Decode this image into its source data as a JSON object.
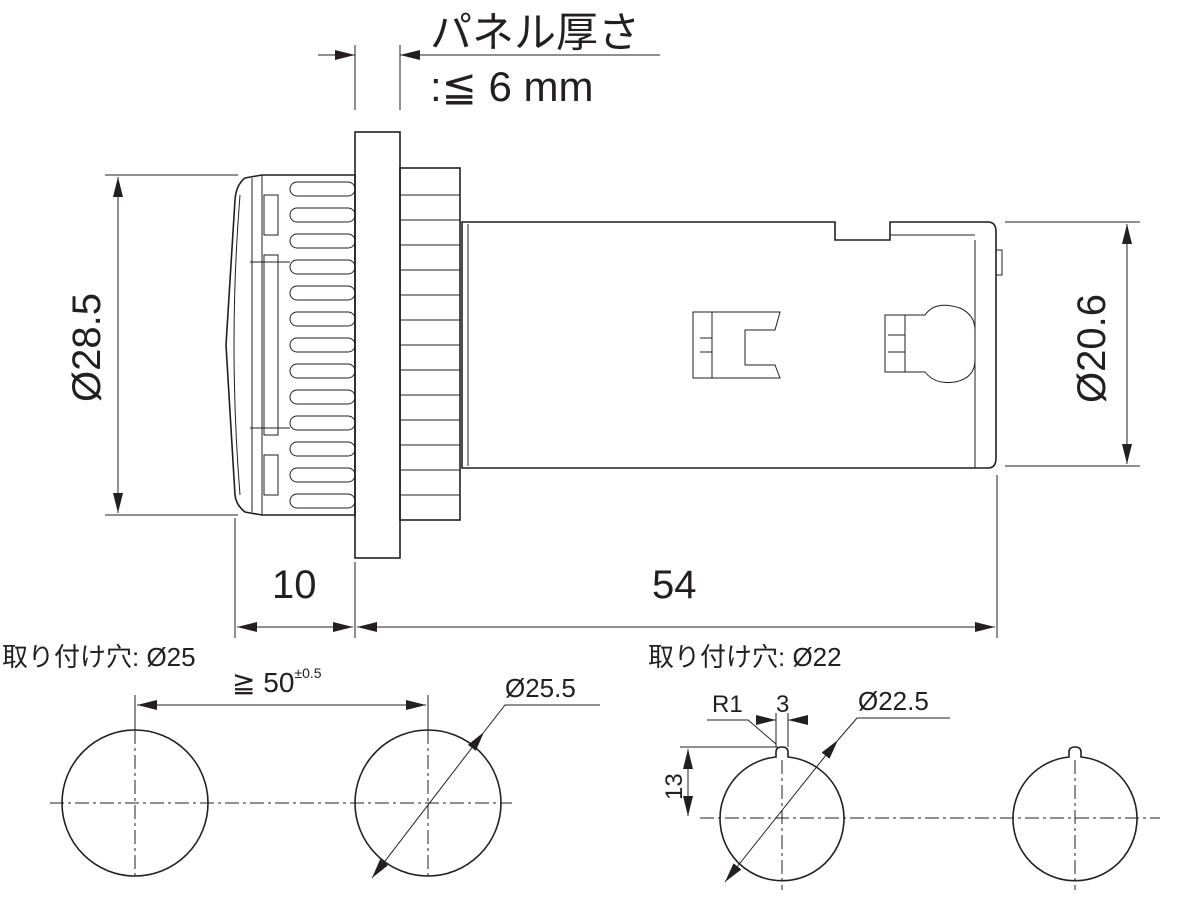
{
  "title": "Panel-mount component dimension drawing",
  "side_view": {
    "panel_thickness_label": "パネル厚さ",
    "panel_thickness_value": ":≦ 6 mm",
    "bezel_diameter": "Ø28.5",
    "body_diameter": "Ø20.6",
    "front_length": "10",
    "body_length": "54"
  },
  "cutout_left": {
    "title": "取り付け穴: Ø25",
    "pitch_prefix": "≧ 50",
    "pitch_tolerance": "±0.5",
    "hole_diameter": "Ø25.5"
  },
  "cutout_right": {
    "title": "取り付け穴: Ø22",
    "key_radius": "R1",
    "key_width": "3",
    "key_height": "13",
    "hole_diameter": "Ø22.5"
  }
}
